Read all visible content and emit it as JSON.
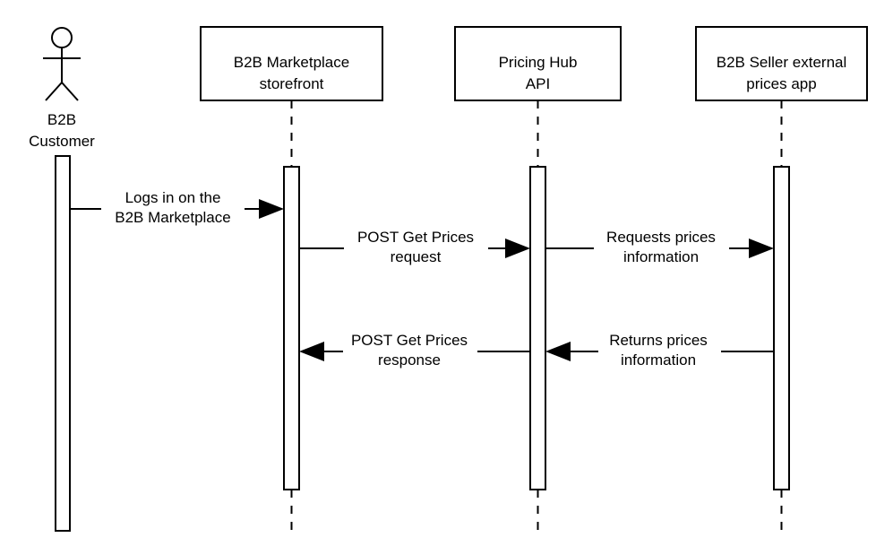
{
  "diagram": {
    "type": "uml-sequence-diagram",
    "background_color": "#ffffff",
    "line_color": "#000000",
    "text_color": "#000000"
  },
  "actor": {
    "name": "b2b-customer",
    "label_line1": "B2B",
    "label_line2": "Customer",
    "icon": "stick-figure-actor-icon"
  },
  "participants": [
    {
      "id": "storefront",
      "title_line1": "B2B Marketplace",
      "title_line2": "storefront"
    },
    {
      "id": "pricing-hub-api",
      "title_line1": "Pricing Hub",
      "title_line2": "API"
    },
    {
      "id": "seller-prices-app",
      "title_line1": "B2B Seller external",
      "title_line2": "prices app"
    }
  ],
  "messages": [
    {
      "id": "logs-in",
      "label_line1": "Logs in on the",
      "label_line2": "B2B Marketplace",
      "direction": "right",
      "from": "b2b-customer",
      "to": "storefront"
    },
    {
      "id": "post-get-prices-request",
      "label_line1": "POST Get Prices",
      "label_line2": "request",
      "direction": "right",
      "from": "storefront",
      "to": "pricing-hub-api"
    },
    {
      "id": "requests-prices-information",
      "label_line1": "Requests prices",
      "label_line2": "information",
      "direction": "right",
      "from": "pricing-hub-api",
      "to": "seller-prices-app"
    },
    {
      "id": "post-get-prices-response",
      "label_line1": "POST Get Prices",
      "label_line2": "response",
      "direction": "left",
      "from": "pricing-hub-api",
      "to": "storefront"
    },
    {
      "id": "returns-prices-information",
      "label_line1": "Returns prices",
      "label_line2": "information",
      "direction": "left",
      "from": "seller-prices-app",
      "to": "pricing-hub-api"
    }
  ]
}
